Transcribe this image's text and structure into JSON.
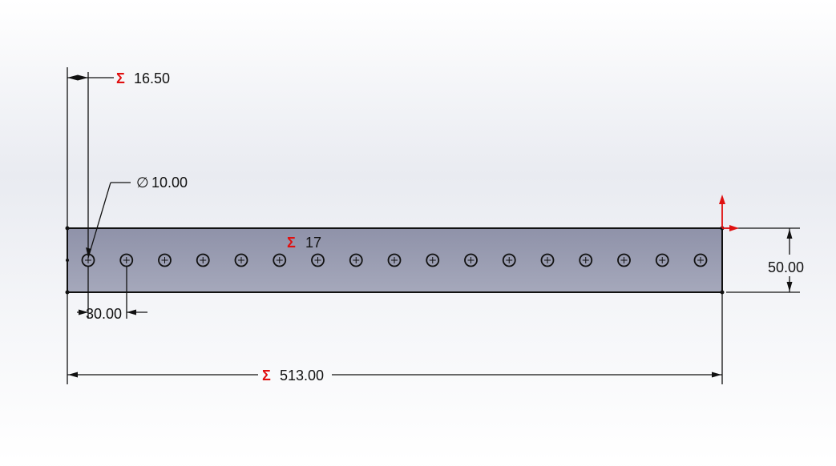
{
  "sketch": {
    "plate_length": "513.00",
    "plate_height": "50.00",
    "first_hole_offset": "16.50",
    "hole_pitch": "30.00",
    "hole_diameter_prefix": "∅",
    "hole_diameter": "10.00",
    "hole_pattern_count": "17",
    "hole_count": 17,
    "sigma_symbol": "Σ"
  },
  "colors": {
    "plate_fill": "#9a9db1",
    "sketch_line": "#111111",
    "driven_sigma": "#e01010",
    "origin_arrow": "#e01010"
  }
}
